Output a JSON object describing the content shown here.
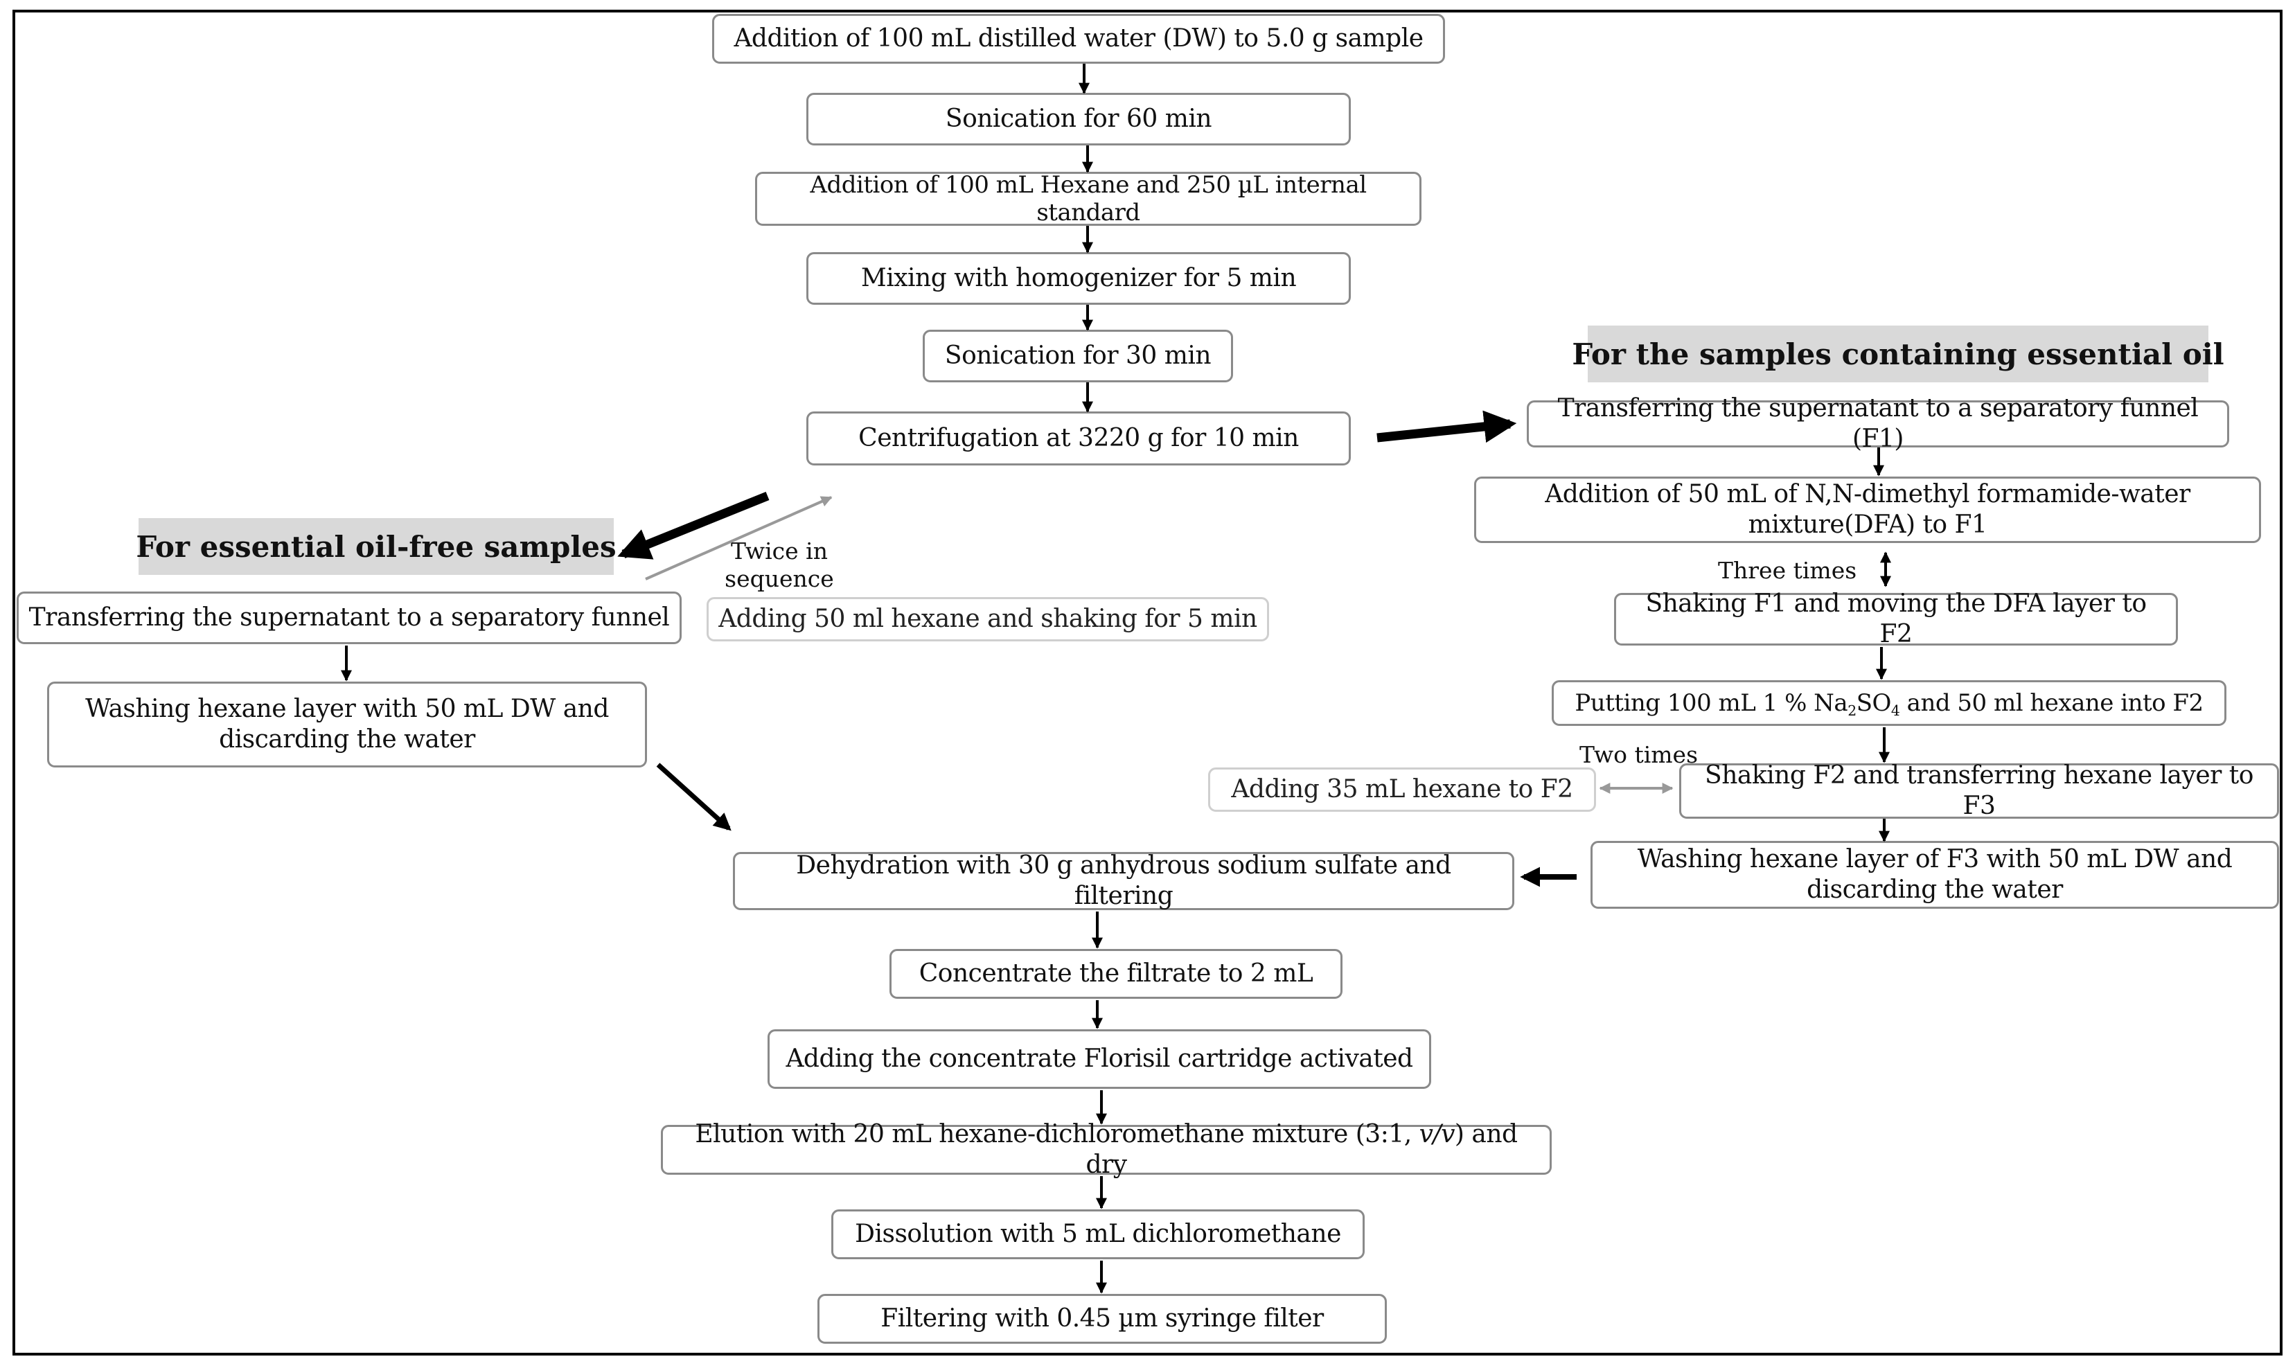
{
  "steps": {
    "s1": "Addition of 100 mL distilled water (DW) to 5.0 g sample",
    "s2": "Sonication for 60 min",
    "s3": "Addition of 100 mL Hexane and 250 µL internal standard",
    "s4": "Mixing  with homogenizer for 5 min",
    "s5": "Sonication for 30 min",
    "s6": "Centrifugation at 3220 g  for 10 min"
  },
  "left_branch": {
    "header": "For essential  oil-free  samples",
    "twice_label": "Twice in sequence",
    "l1": "Transferring the supernatant to a separatory funnel",
    "l2": "Washing hexane layer with 50 mL DW and discarding the water",
    "adding_hexane": "Adding 50 ml hexane and shaking for 5 min"
  },
  "right_branch": {
    "header": "For the samples containing essential  oil",
    "r1": "Transferring the supernatant to a separatory funnel (F1)",
    "r2": "Addition of 50 mL of N,N-dimethyl formamide-water mixture(DFA) to F1",
    "three_times": "Three times",
    "r3": "Shaking F1 and moving the DFA layer to F2",
    "r4_pre": "Putting 100 mL 1 % Na",
    "r4_sub1": "2",
    "r4_mid": "SO",
    "r4_sub2": "4",
    "r4_post": " and 50 ml hexane into F2",
    "two_times": "Two times",
    "adding_35": "Adding 35 mL hexane to F2",
    "r5": "Shaking F2 and transferring hexane layer to F3",
    "r6": "Washing hexane layer of F3 with 50 mL DW and discarding the water"
  },
  "bottom": {
    "b1": "Dehydration with 30 g anhydrous sodium sulfate and filtering",
    "b2": "Concentrate the filtrate to 2 mL",
    "b3": "Adding the concentrate Florisil cartridge activated",
    "b4_pre": "Elution with 20 mL hexane-dichloromethane mixture (3:1, ",
    "b4_ital": "v/v",
    "b4_post": ") and dry",
    "b5": "Dissolution with 5 mL dichloromethane",
    "b6": "Filtering with 0.45 µm syringe filter"
  }
}
